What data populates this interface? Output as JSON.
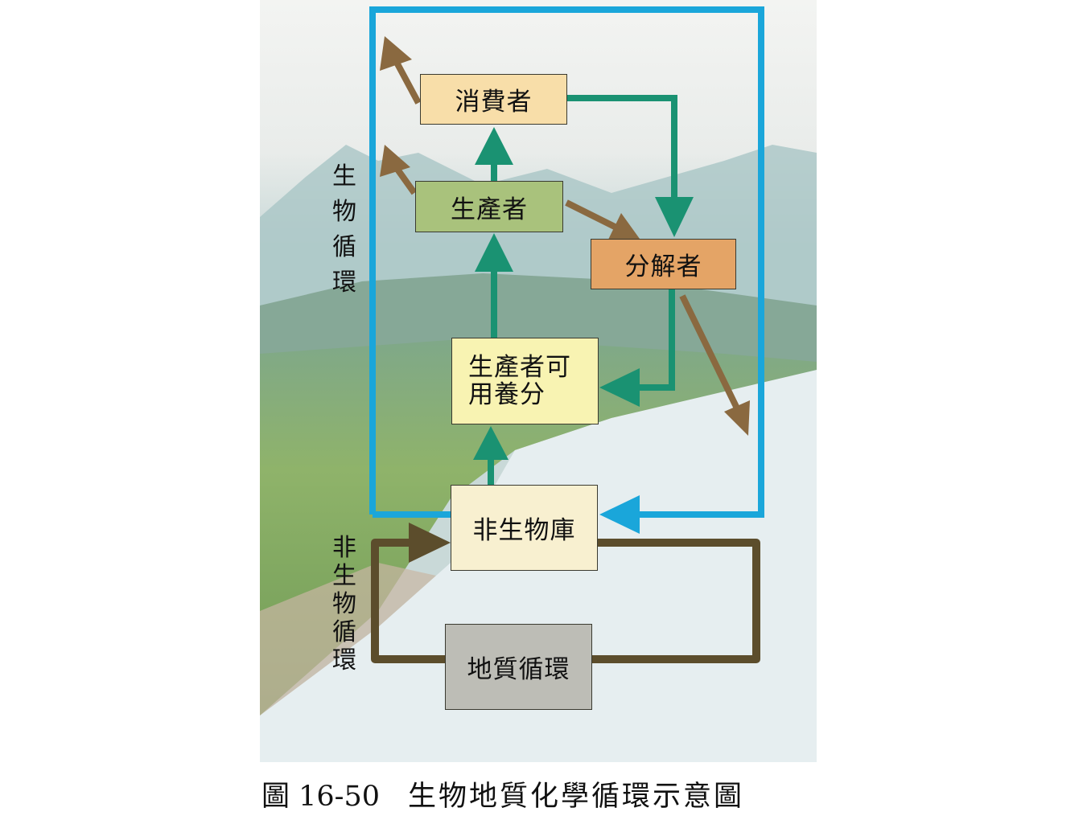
{
  "boxes": {
    "consumer": "消費者",
    "producer": "生產者",
    "decomposer": "分解者",
    "nutrients_line1": "生產者可",
    "nutrients_line2": "用養分",
    "abiotic_pool": "非生物庫",
    "geologic_cycle": "地質循環"
  },
  "labels": {
    "biotic_cycle": "生物循環",
    "abiotic_cycle": "非生物循環"
  },
  "caption": {
    "figure_number": "圖 16-50",
    "title": "生物地質化學循環示意圖"
  },
  "colors": {
    "biotic_arrow": "#1a9272",
    "loss_arrow": "#8a6940",
    "cycle_frame": "#1aa6da",
    "geo_loop": "#5c4d2c"
  }
}
